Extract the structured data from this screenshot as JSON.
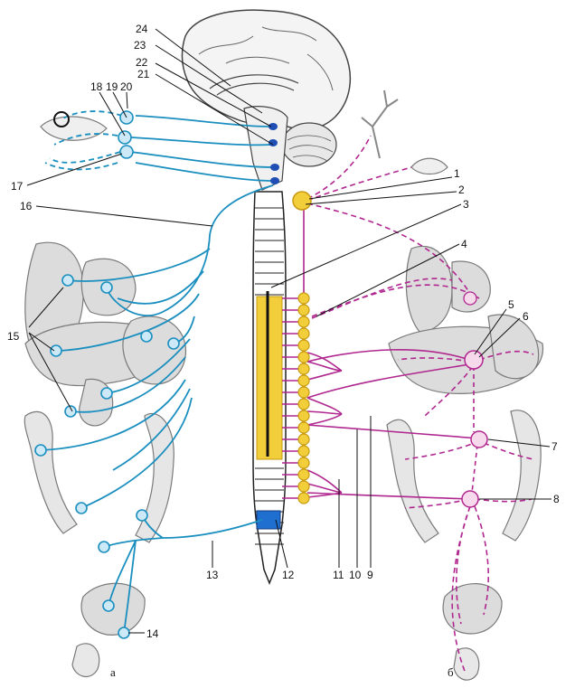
{
  "labels": [
    "1",
    "2",
    "3",
    "4",
    "5",
    "6",
    "7",
    "8",
    "9",
    "10",
    "11",
    "12",
    "13",
    "14",
    "15",
    "16",
    "17",
    "18",
    "19",
    "20",
    "21",
    "22",
    "23",
    "24"
  ],
  "sublabels": {
    "left": "а",
    "right": "б"
  },
  "colors": {
    "parasympathetic": "#1a8fbf",
    "parasympathetic_dark": "#1f4fb5",
    "sympathetic": "#b0278f",
    "ganglion_fill": "#f2cf3a",
    "ganglion_stroke": "#c79a12",
    "organ_outline": "#7a7a7a",
    "organ_fill": "#d9d9d9",
    "leader": "#111111"
  }
}
